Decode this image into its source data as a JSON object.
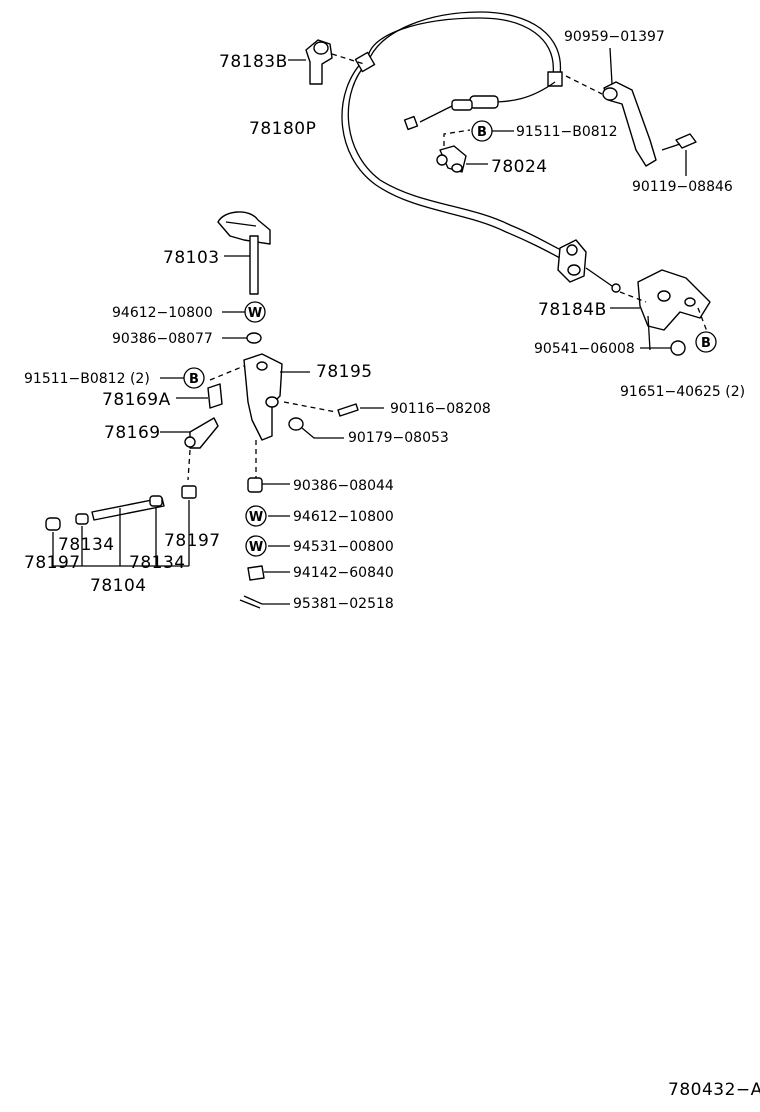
{
  "diagram": {
    "labels": {
      "p78183B": "78183B",
      "p90959": "90959−01397",
      "p78180P": "78180P",
      "p91511_top": "91511−B0812",
      "p78024": "78024",
      "p90119": "90119−08846",
      "p78103": "78103",
      "p94612_a": "94612−10800",
      "p90386_a": "90386−08077",
      "p78195": "78195",
      "p91511_left": "91511−B0812 (2)",
      "p78169A": "78169A",
      "p90116": "90116−08208",
      "p78169": "78169",
      "p90179": "90179−08053",
      "p78184B": "78184B",
      "p90541": "90541−06008",
      "p91651": "91651−40625 (2)",
      "p90386_b": "90386−08044",
      "p94612_b": "94612−10800",
      "p94531": "94531−00800",
      "p94142": "94142−60840",
      "p95381": "95381−02518",
      "p78134_a": "78134",
      "p78197_a": "78197",
      "p78134_b": "78134",
      "p78197_b": "78197",
      "p78104": "78104",
      "ref": "780432−A"
    },
    "badges": {
      "b": "B",
      "w": "W"
    }
  }
}
